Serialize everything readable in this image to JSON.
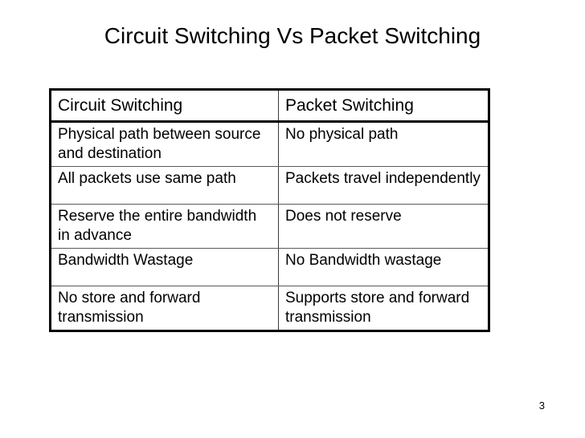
{
  "slide": {
    "title": "Circuit Switching Vs Packet Switching",
    "page_number": "3"
  },
  "table": {
    "headers": [
      "Circuit Switching",
      "Packet Switching"
    ],
    "rows": [
      {
        "left": "Physical path between source and destination",
        "right": "No physical path"
      },
      {
        "left": "All packets use same path",
        "right": "Packets travel independently"
      },
      {
        "left": "Reserve the entire bandwidth in advance",
        "right": "Does not reserve"
      },
      {
        "left": "Bandwidth Wastage",
        "right": "No Bandwidth wastage"
      },
      {
        "left": "No store and forward transmission",
        "right": "Supports store and forward transmission"
      }
    ]
  },
  "colors": {
    "text": "#000000",
    "background": "#ffffff",
    "border_outer": "#000000",
    "border_inner": "#5a5a5a"
  }
}
